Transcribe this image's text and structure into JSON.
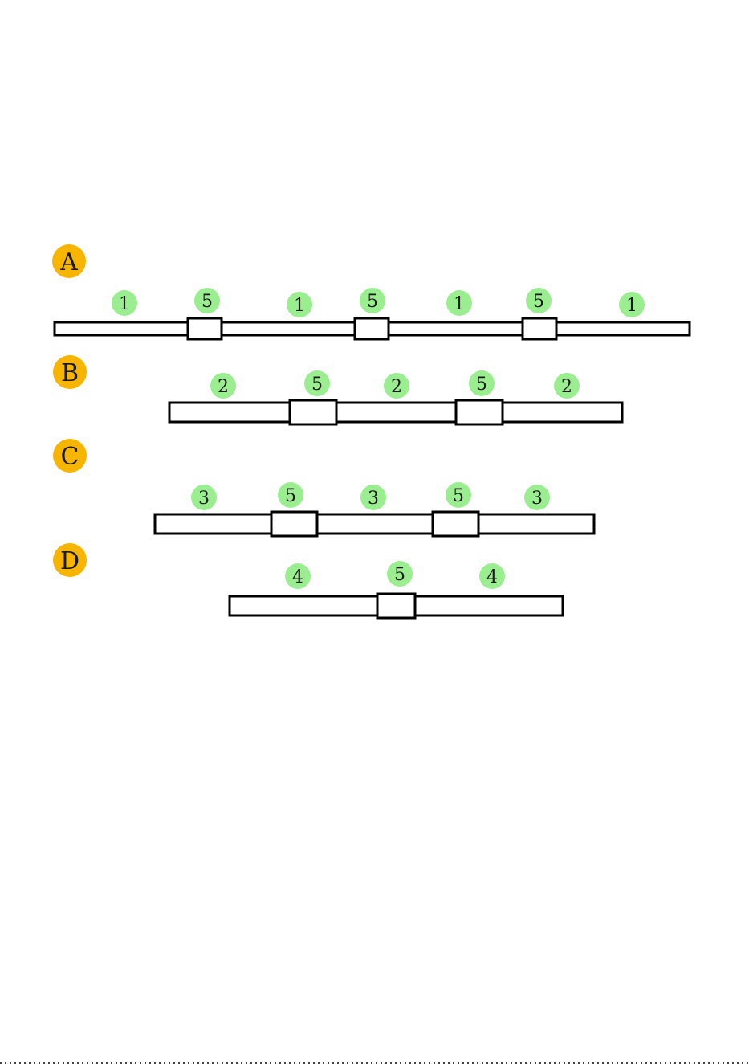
{
  "colors": {
    "letter_badge": "#f7b500",
    "number_badge": "#9aee8f",
    "stroke": "#000000",
    "background": "#ffffff"
  },
  "rows": [
    {
      "label": "A",
      "pipe_length": 1,
      "connector_length": 5,
      "segments": [
        "1",
        "1",
        "1",
        "1"
      ],
      "connectors": [
        "5",
        "5",
        "5"
      ]
    },
    {
      "label": "B",
      "pipe_length": 2,
      "connector_length": 5,
      "segments": [
        "2",
        "2",
        "2"
      ],
      "connectors": [
        "5",
        "5"
      ]
    },
    {
      "label": "C",
      "pipe_length": 3,
      "connector_length": 5,
      "segments": [
        "3",
        "3",
        "3"
      ],
      "connectors": [
        "5",
        "5"
      ]
    },
    {
      "label": "D",
      "pipe_length": 4,
      "connector_length": 5,
      "segments": [
        "4",
        "4"
      ],
      "connectors": [
        "5"
      ]
    }
  ]
}
